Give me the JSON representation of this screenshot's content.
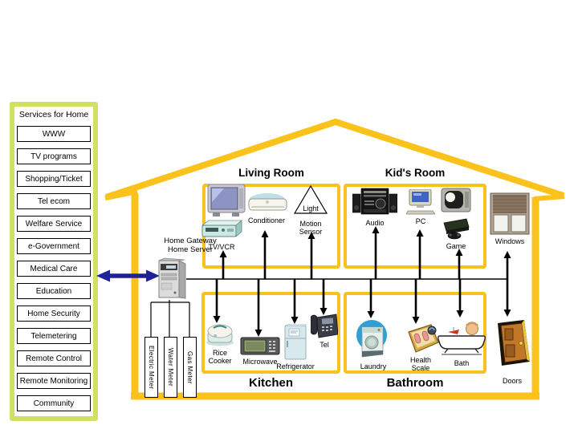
{
  "sidebar": {
    "title": "Services for Home",
    "items": [
      {
        "label": "WWW"
      },
      {
        "label": "TV programs"
      },
      {
        "label": "Shopping/Ticket"
      },
      {
        "label": "Tel ecom"
      },
      {
        "label": "Welfare Service"
      },
      {
        "label": "e-Government"
      },
      {
        "label": "Medical Care"
      },
      {
        "label": "Education"
      },
      {
        "label": "Home Security"
      },
      {
        "label": "Telemetering"
      },
      {
        "label": "Remote Control"
      },
      {
        "label": "Remote Monitoring"
      },
      {
        "label": "Community"
      }
    ]
  },
  "house": {
    "gateway_label": "Home Gateway\nHome Server",
    "meters": [
      {
        "label": "Electric Meter"
      },
      {
        "label": "Water Meter"
      },
      {
        "label": "Gas Meter"
      }
    ],
    "rooms": {
      "living_room": {
        "title": "Living Room",
        "devices": [
          {
            "label": "TV/VCR"
          },
          {
            "label": "Conditioner"
          },
          {
            "label": "Light"
          },
          {
            "label": "Motion\nSensor"
          }
        ]
      },
      "kids_room": {
        "title": "Kid's Room",
        "devices": [
          {
            "label": "Audio"
          },
          {
            "label": "PC"
          },
          {
            "label": "Game"
          }
        ]
      },
      "kitchen": {
        "title": "Kitchen",
        "devices": [
          {
            "label": "Rice\nCooker"
          },
          {
            "label": "Microwave"
          },
          {
            "label": "Refrigerator"
          },
          {
            "label": "Tel"
          }
        ]
      },
      "bathroom": {
        "title": "Bathroom",
        "devices": [
          {
            "label": "Laundry"
          },
          {
            "label": "Health\nScale"
          },
          {
            "label": "Bath"
          }
        ]
      }
    },
    "exterior": [
      {
        "label": "Windows"
      },
      {
        "label": "Doors"
      }
    ]
  },
  "colors": {
    "house_outline": "#fbc21b",
    "room_border": "#f6c21e",
    "sidebar_border": "#cfe063",
    "link_arrow": "#202195",
    "line": "#000000"
  }
}
